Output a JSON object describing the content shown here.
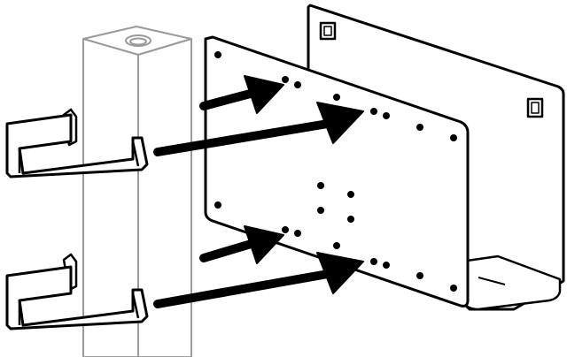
{
  "diagram": {
    "subject": "pole-mount-bracket-assembly",
    "colors": {
      "ink": "#000000",
      "pole_outline": "#9a9a9a",
      "fill": "#ffffff"
    },
    "parts": [
      {
        "id": "pole",
        "icon": "square-pole-icon"
      },
      {
        "id": "clamp-upper",
        "icon": "u-clamp-icon"
      },
      {
        "id": "clamp-lower",
        "icon": "u-clamp-icon"
      },
      {
        "id": "mounting-plate",
        "icon": "perforated-plate-icon"
      },
      {
        "id": "shelf-bracket",
        "icon": "l-bracket-icon"
      }
    ],
    "arrows": 4
  }
}
